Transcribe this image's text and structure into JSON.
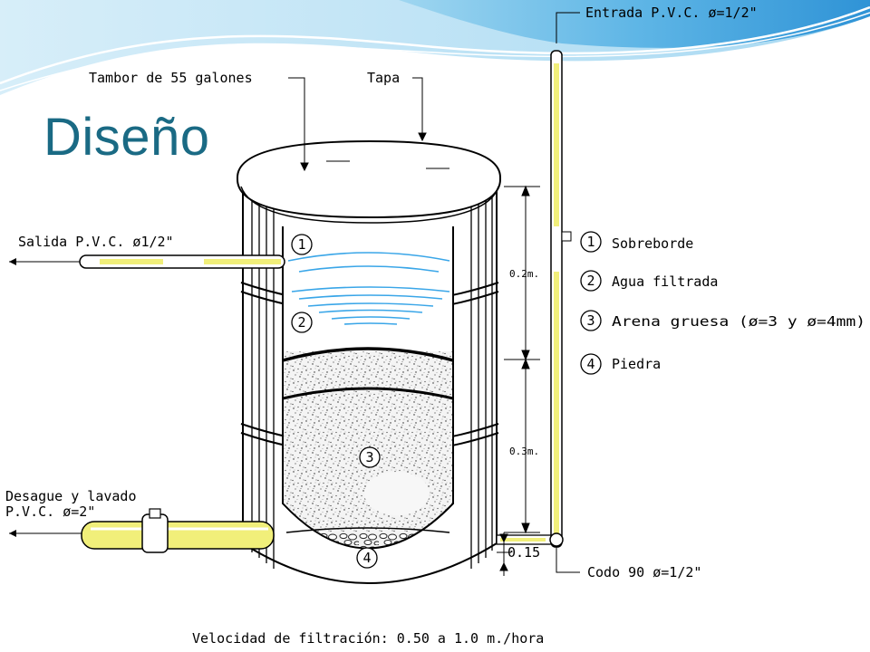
{
  "slide": {
    "title": "Diseño"
  },
  "labels": {
    "drum": "Tambor de 55 galones",
    "lid": "Tapa",
    "inlet": "Entrada P.V.C. ø=1/2\"",
    "outlet": "Salida P.V.C. ø1/2\"",
    "drain_line1": "Desague y lavado",
    "drain_line2": "P.V.C. ø=2\"",
    "elbow": "Codo 90 ø=1/2\"",
    "velocity": "Velocidad de filtración: 0.50 a 1.0 m./hora"
  },
  "dimensions": {
    "upper": "0.2m.",
    "lower": "0.3m.",
    "bottom": "0.15"
  },
  "legend": [
    {
      "num": "1",
      "text": "Sobreborde"
    },
    {
      "num": "2",
      "text": "Agua filtrada"
    },
    {
      "num": "3",
      "text": "Arena gruesa (ø=3 y ø=4mm)"
    },
    {
      "num": "4",
      "text": "Piedra"
    }
  ],
  "markers": [
    "1",
    "2",
    "3",
    "4"
  ],
  "colors": {
    "title": "#1a6a84",
    "pipe": "#f1ef7a",
    "water": "#3aa6e8",
    "header_wave": "#7cc6ea"
  }
}
